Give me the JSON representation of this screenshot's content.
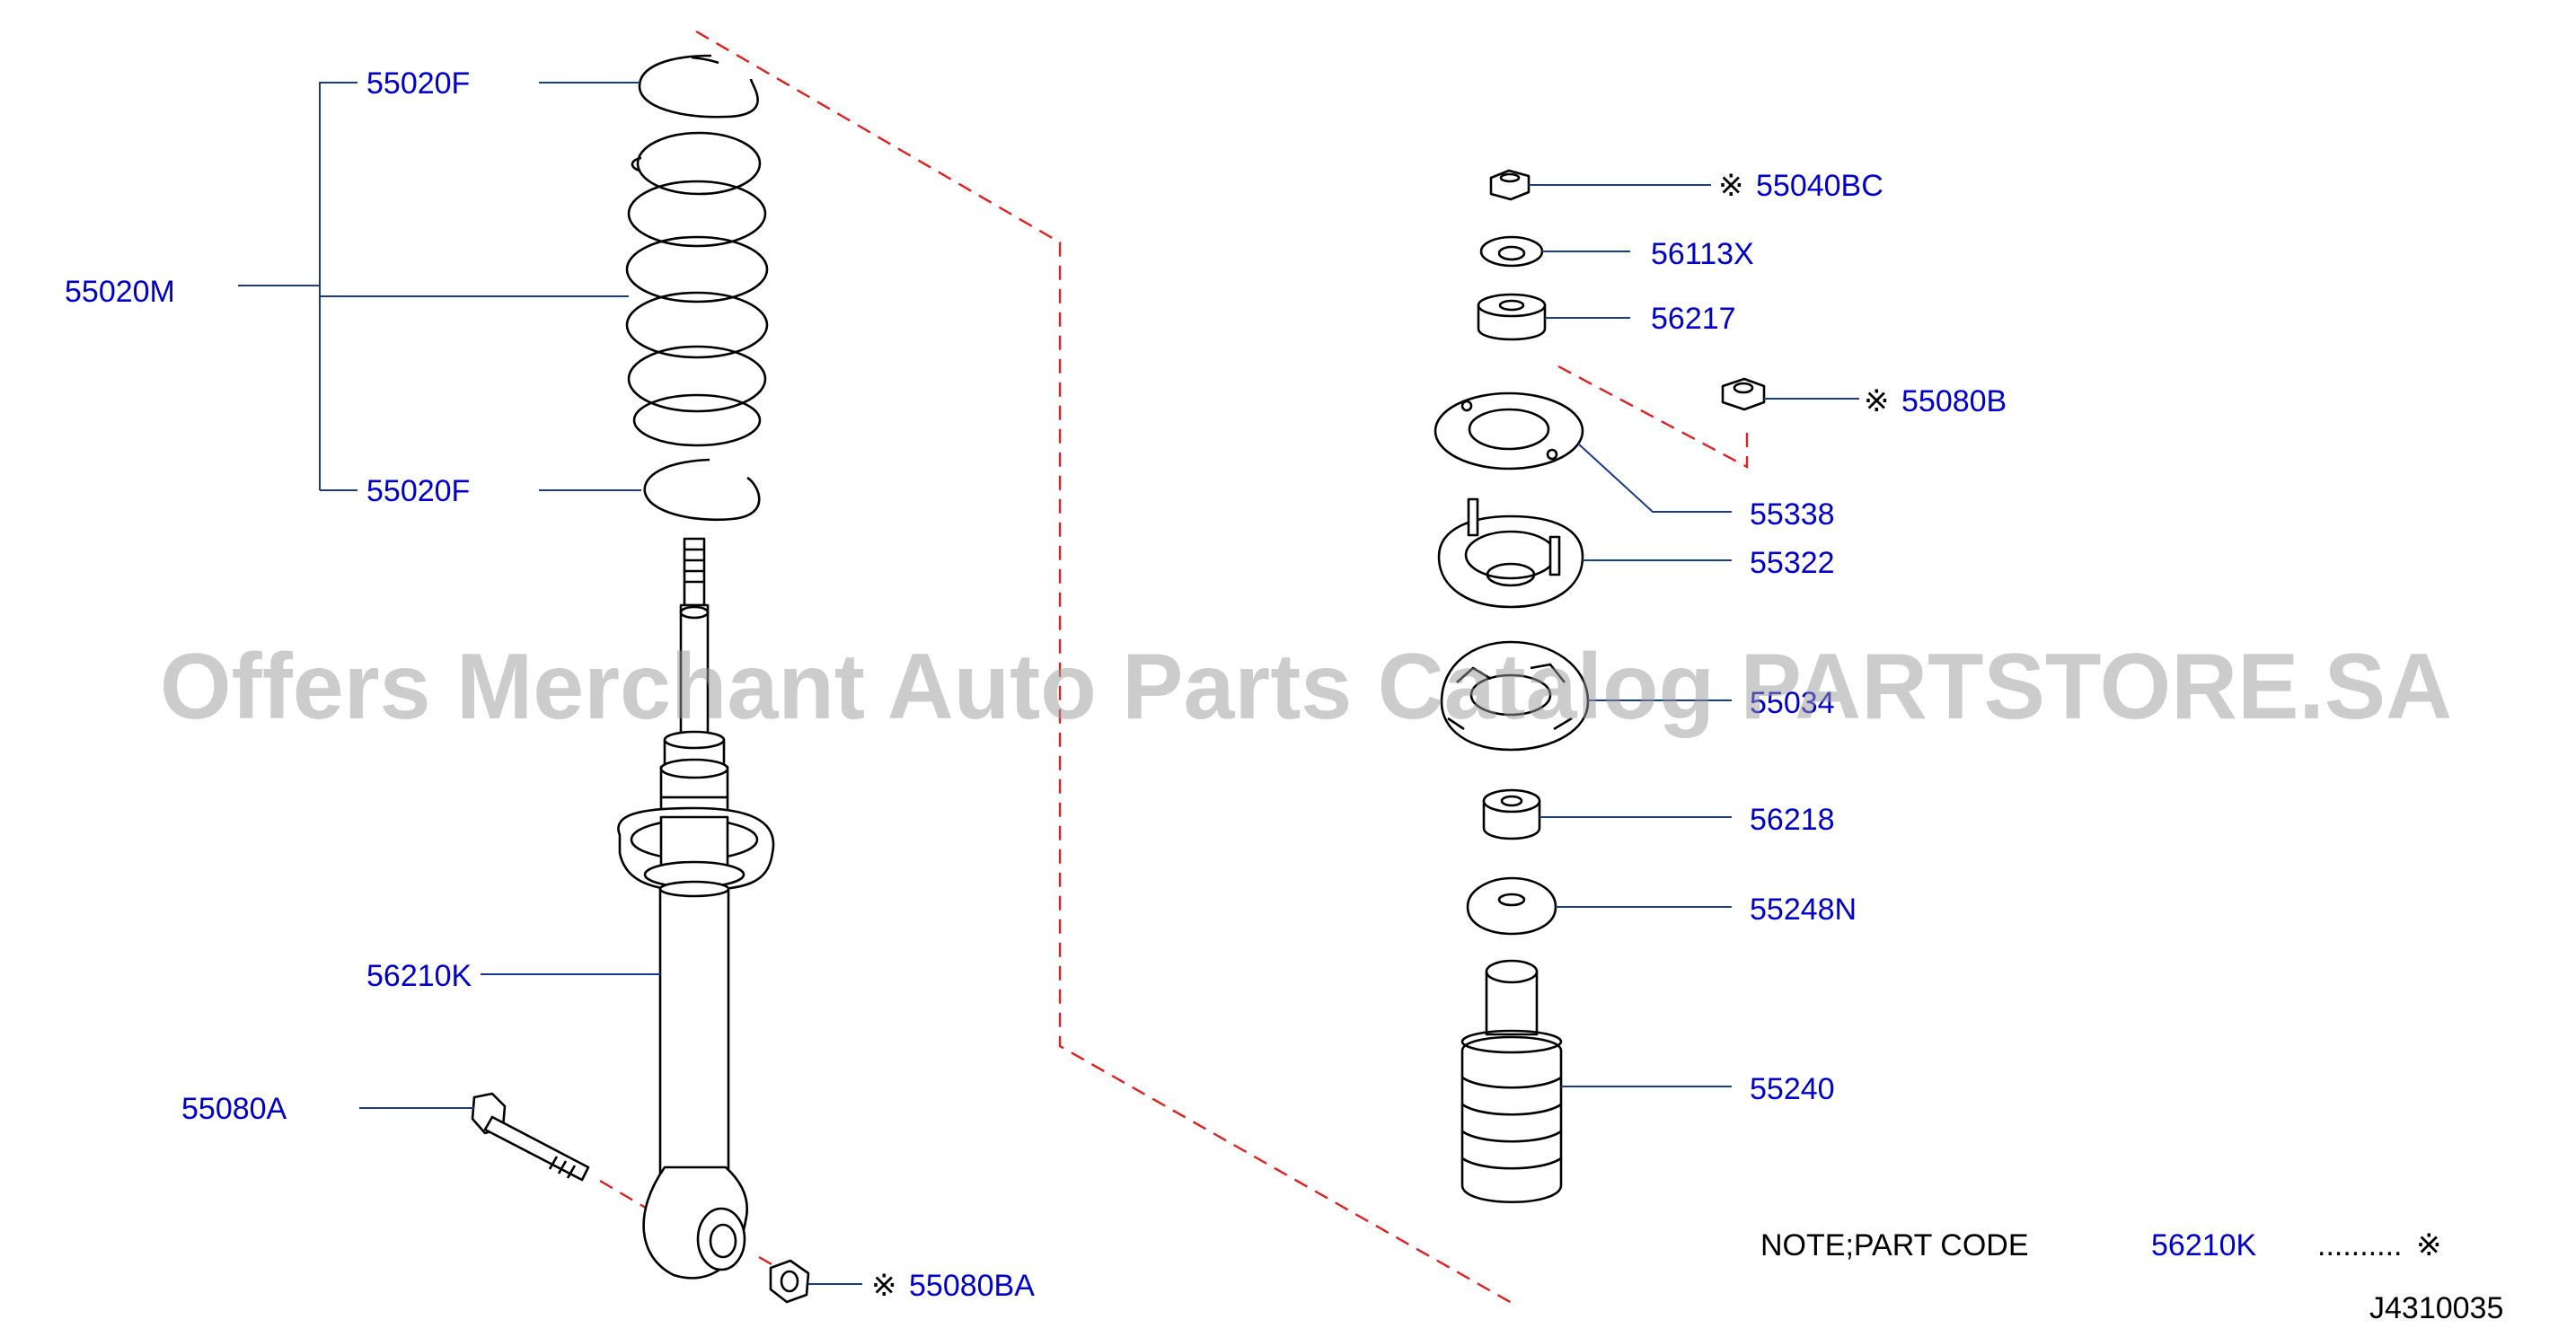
{
  "diagram": {
    "labels": {
      "spring_seat_upper": "55020F",
      "spring_assembly": "55020M",
      "spring_seat_lower": "55020F",
      "shock_absorber": "56210K",
      "lower_bolt": "55080A",
      "lower_nut": "55080BA",
      "top_nut": "55040BC",
      "top_washer": "56113X",
      "top_bushing": "56217",
      "mount_nut": "55080B",
      "mount_plate": "55338",
      "mount_assembly": "55322",
      "mount_insulator": "55034",
      "lower_bushing": "56218",
      "bump_seat": "55248N",
      "bound_bumper": "55240"
    },
    "mark": "※",
    "note": {
      "prefix": "NOTE;PART   CODE",
      "code": "56210K",
      "dots": "..........",
      "mark": "※"
    },
    "drawing_number": "J4310035"
  },
  "watermark": "Offers Merchant Auto Parts Catalog PARTSTORE.SA"
}
